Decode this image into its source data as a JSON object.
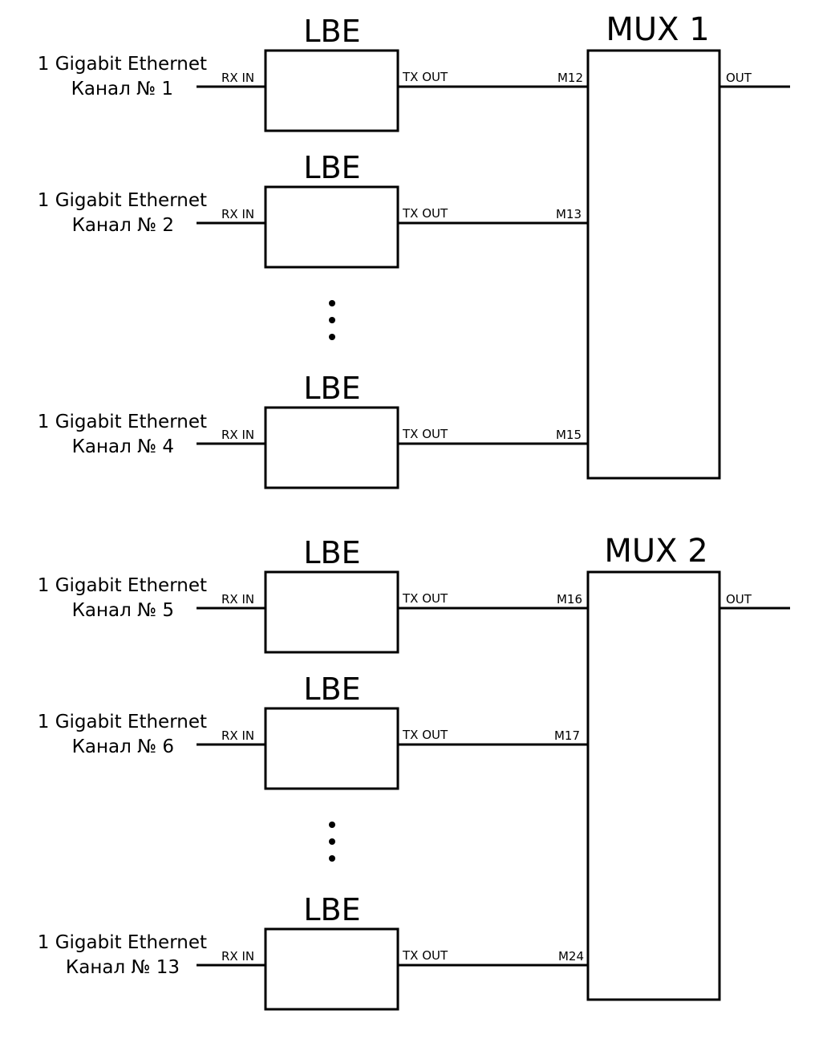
{
  "groups": [
    {
      "mux": {
        "label": "MUX 1",
        "out_label": "OUT"
      },
      "channels": [
        {
          "line1": "1 Gigabit Ethernet",
          "line2": "Канал № 1",
          "block": "LBE",
          "rx": "RX IN",
          "tx": "TX OUT",
          "port": "M12"
        },
        {
          "line1": "1 Gigabit Ethernet",
          "line2": "Канал № 2",
          "block": "LBE",
          "rx": "RX IN",
          "tx": "TX OUT",
          "port": "M13"
        },
        {
          "line1": "1 Gigabit Ethernet",
          "line2": "Канал № 4",
          "block": "LBE",
          "rx": "RX IN",
          "tx": "TX OUT",
          "port": "M15"
        }
      ]
    },
    {
      "mux": {
        "label": "MUX 2",
        "out_label": "OUT"
      },
      "channels": [
        {
          "line1": "1 Gigabit Ethernet",
          "line2": "Канал № 5",
          "block": "LBE",
          "rx": "RX IN",
          "tx": "TX OUT",
          "port": "M16"
        },
        {
          "line1": "1 Gigabit Ethernet",
          "line2": "Канал № 6",
          "block": "LBE",
          "rx": "RX IN",
          "tx": "TX OUT",
          "port": "M17"
        },
        {
          "line1": "1 Gigabit Ethernet",
          "line2": "Канал № 13",
          "block": "LBE",
          "rx": "RX IN",
          "tx": "TX OUT",
          "port": "M24"
        }
      ]
    }
  ]
}
